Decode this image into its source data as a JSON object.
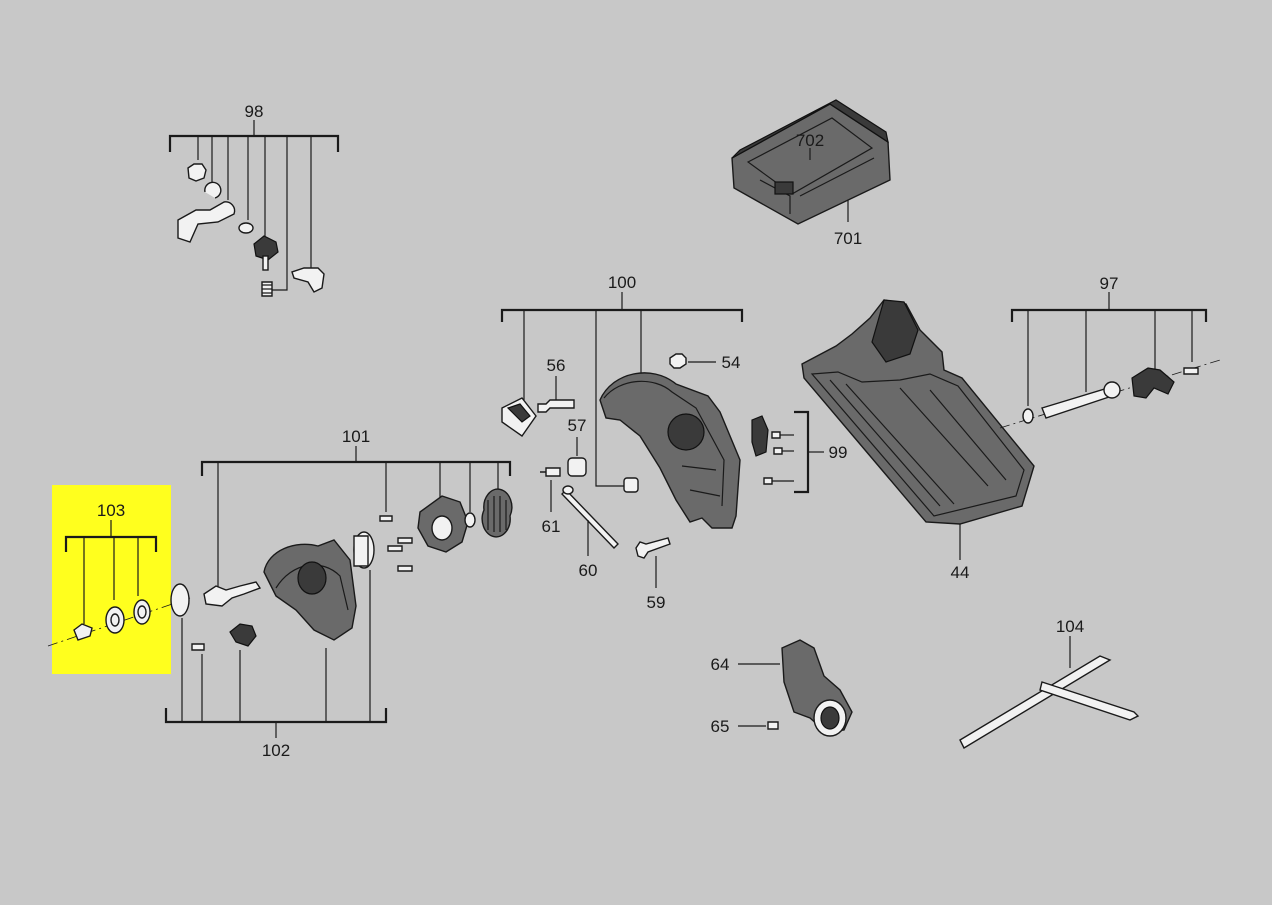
{
  "highlight_color": "#ffff1e",
  "background_color": "#c8c8c8",
  "labels": {
    "p98": "98",
    "p702": "702",
    "p701": "701",
    "p100": "100",
    "p97": "97",
    "p56": "56",
    "p54": "54",
    "p57": "57",
    "p101": "101",
    "p99": "99",
    "p103": "103",
    "p61": "61",
    "p60": "60",
    "p59": "59",
    "p44": "44",
    "p104": "104",
    "p64": "64",
    "p65": "65",
    "p102": "102"
  }
}
